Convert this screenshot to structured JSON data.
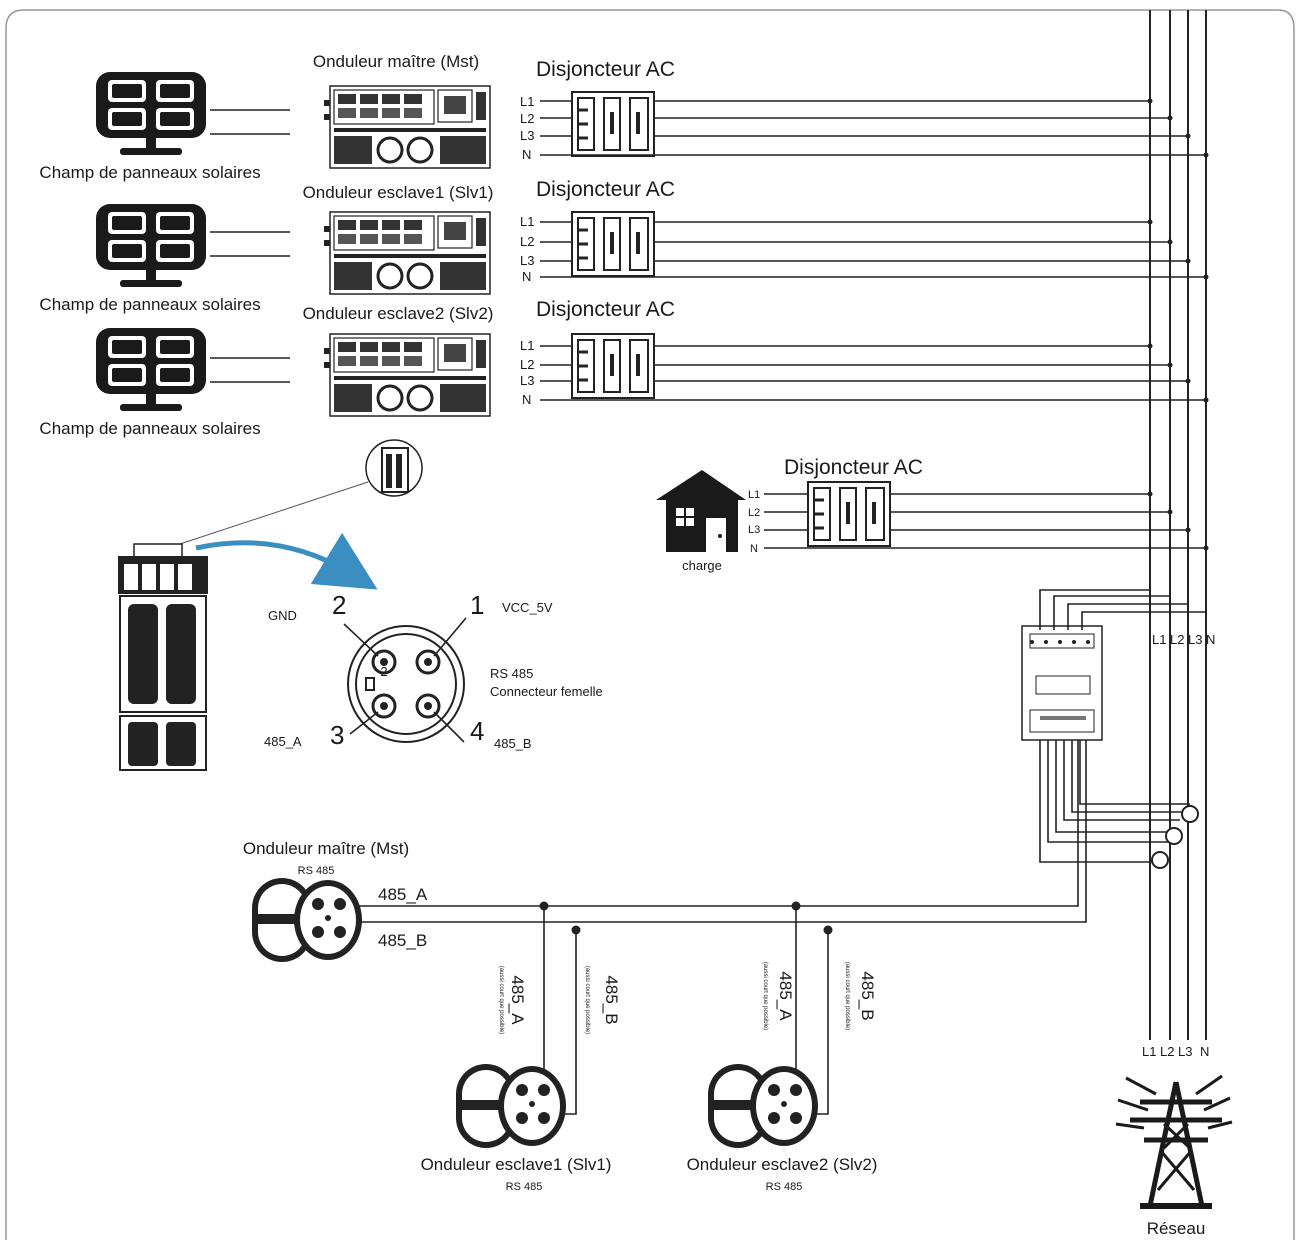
{
  "solar": {
    "label": "Champ de panneaux solaires"
  },
  "inverters": {
    "master": "Onduleur maître (Mst)",
    "slave1": "Onduleur esclave1 (Slv1)",
    "slave2": "Onduleur esclave2 (Slv2)"
  },
  "breaker": {
    "label": "Disjoncteur AC"
  },
  "phases": {
    "l1": "L1",
    "l2": "L2",
    "l3": "L3",
    "n": "N"
  },
  "load": {
    "label": "charge"
  },
  "connector": {
    "gnd": "GND",
    "vcc": "VCC_5V",
    "rs485": "RS 485",
    "female": "Connecteur femelle",
    "a": "485_A",
    "b": "485_B",
    "pin1": "1",
    "pin2": "2",
    "pin3": "3",
    "pin4": "4"
  },
  "bus": {
    "master": "Onduleur maître (Mst)",
    "rs485": "RS 485",
    "a": "485_A",
    "b": "485_B",
    "short_note": "(aussi court que possible)",
    "slave1": "Onduleur esclave1 (Slv1)",
    "slave2": "Onduleur esclave2 (Slv2)"
  },
  "grid": {
    "label": "Réseau"
  },
  "colors": {
    "line": "#222222",
    "arrow": "#3a8fc0",
    "frame": "#999999"
  }
}
